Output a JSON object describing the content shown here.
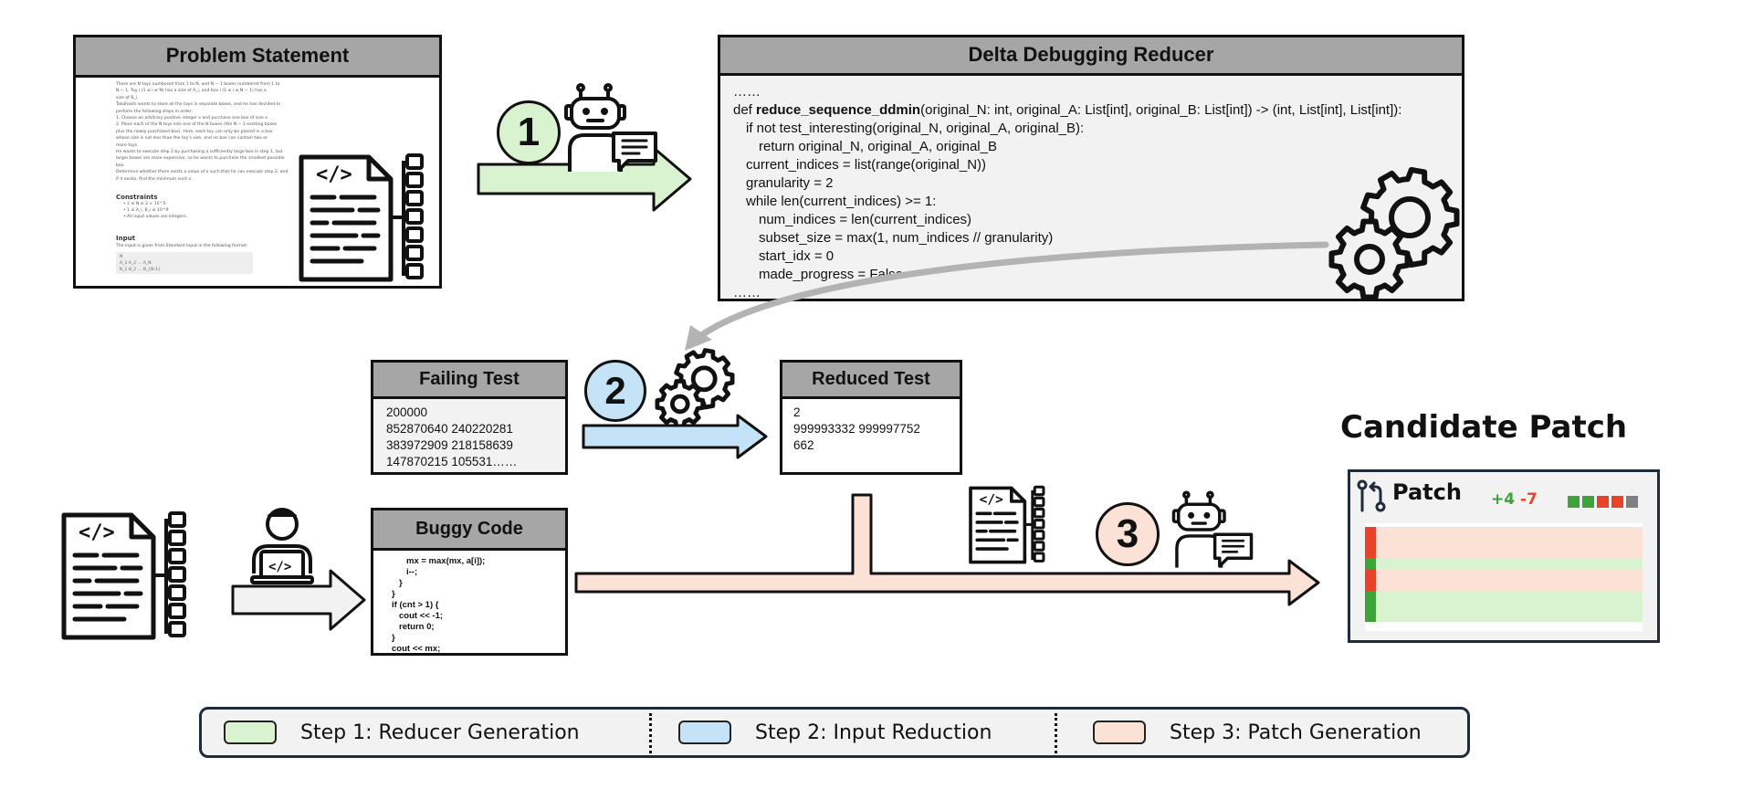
{
  "problem_statement": {
    "title": "Problem Statement",
    "paragraphs": [
      "There are N toys numbered from 1 to N, and N − 1 boxes numbered from 1 to",
      "N − 1. Toy i (1 ≤ i ≤ N) has a size of A_i, and box i (1 ≤ i ≤ N − 1) has a",
      "size of B_i.",
      "Takahashi wants to store all the toys in separate boxes, and he has decided to",
      "perform the following steps in order:",
      "1. Choose an arbitrary positive integer x and purchase one box of size x.",
      "2. Place each of the N toys into one of the N boxes (the N − 1 existing boxes",
      "plus the newly purchased box). Here, each toy can only be placed in a box",
      "whose size is not less than the toy's size, and no box can contain two or",
      "more toys.",
      "He wants to execute step 2 by purchasing a sufficiently large box in step 1, but",
      "larger boxes are more expensive, so he wants to purchase the smallest possible",
      "box.",
      "Determine whether there exists a value of x such that he can execute step 2, and",
      "if it exists, find the minimum such x."
    ],
    "constraints_heading": "Constraints",
    "constraints": [
      "2 ≤ N ≤ 2 × 10^5",
      "1 ≤ A_i, B_i ≤ 10^9",
      "All input values are integers."
    ],
    "input_heading": "Input",
    "input_text": "The input is given from Standard Input in the following format:",
    "input_format": [
      "N",
      "A_1 A_2 … A_N",
      "B_1 B_2 … B_{N-1}"
    ]
  },
  "reducer": {
    "title": "Delta Debugging Reducer",
    "lines": [
      {
        "indent": 0,
        "text": "……"
      },
      {
        "indent": 0,
        "prefix": "def ",
        "bold": "reduce_sequence_ddmin",
        "text": "(original_N: int, original_A: List[int], original_B: List[int]) -> (int, List[int], List[int]):"
      },
      {
        "indent": 1,
        "text": "if not test_interesting(original_N, original_A, original_B):"
      },
      {
        "indent": 2,
        "text": "return original_N, original_A, original_B"
      },
      {
        "indent": 1,
        "text": "current_indices = list(range(original_N))"
      },
      {
        "indent": 1,
        "text": "granularity = 2"
      },
      {
        "indent": 1,
        "text": "while len(current_indices) >= 1:"
      },
      {
        "indent": 2,
        "text": "num_indices = len(current_indices)"
      },
      {
        "indent": 2,
        "text": "subset_size = max(1, num_indices // granularity)"
      },
      {
        "indent": 2,
        "text": "start_idx = 0"
      },
      {
        "indent": 2,
        "text": "made_progress = False"
      },
      {
        "indent": 0,
        "text": "……"
      }
    ]
  },
  "failing_test": {
    "title": "Failing Test",
    "lines": [
      "200000",
      "852870640 240220281",
      "383972909 218158639",
      "147870215 105531……"
    ]
  },
  "reduced_test": {
    "title": "Reduced Test",
    "lines": [
      "2",
      "999993332 999997752",
      "662"
    ]
  },
  "buggy_code": {
    "title": "Buggy Code",
    "lines": [
      {
        "indent": 2,
        "text": "mx = max(mx, a[i]);"
      },
      {
        "indent": 2,
        "text": "i--;"
      },
      {
        "indent": 1,
        "text": "}"
      },
      {
        "indent": 0,
        "text": "}"
      },
      {
        "indent": 0,
        "text": "if (cnt > 1) {"
      },
      {
        "indent": 1,
        "text": "cout << -1;"
      },
      {
        "indent": 1,
        "text": "return 0;"
      },
      {
        "indent": 0,
        "text": "}"
      },
      {
        "indent": 0,
        "text": "cout << mx;"
      }
    ]
  },
  "steps": {
    "step1": "1",
    "step2": "2",
    "step3": "3"
  },
  "candidate_patch": {
    "heading": "Candidate Patch",
    "label": "Patch",
    "additions": "+4",
    "deletions": "-7",
    "diff_blocks": [
      {
        "color": "#f4b183",
        "kind": "deleted"
      },
      {
        "color": "#a9d18e",
        "kind": "added"
      },
      {
        "color": "#f4b183",
        "kind": "deleted"
      },
      {
        "color": "#a9d18e",
        "kind": "added"
      }
    ]
  },
  "legend": {
    "items": [
      {
        "label": "Step 1: Reducer Generation",
        "color": "#d9f2d0"
      },
      {
        "label": "Step 2: Input Reduction",
        "color": "#c5e3f6"
      },
      {
        "label": "Step 3: Patch Generation",
        "color": "#fbe1d6"
      }
    ]
  },
  "colors": {
    "step1": "#d9f2d0",
    "step2": "#c5e3f6",
    "step3": "#fbe1d6",
    "header_gray": "#a6a6a6",
    "panel_gray": "#f2f2f2",
    "add_green": "#3da33a",
    "del_red": "#e8432a"
  }
}
